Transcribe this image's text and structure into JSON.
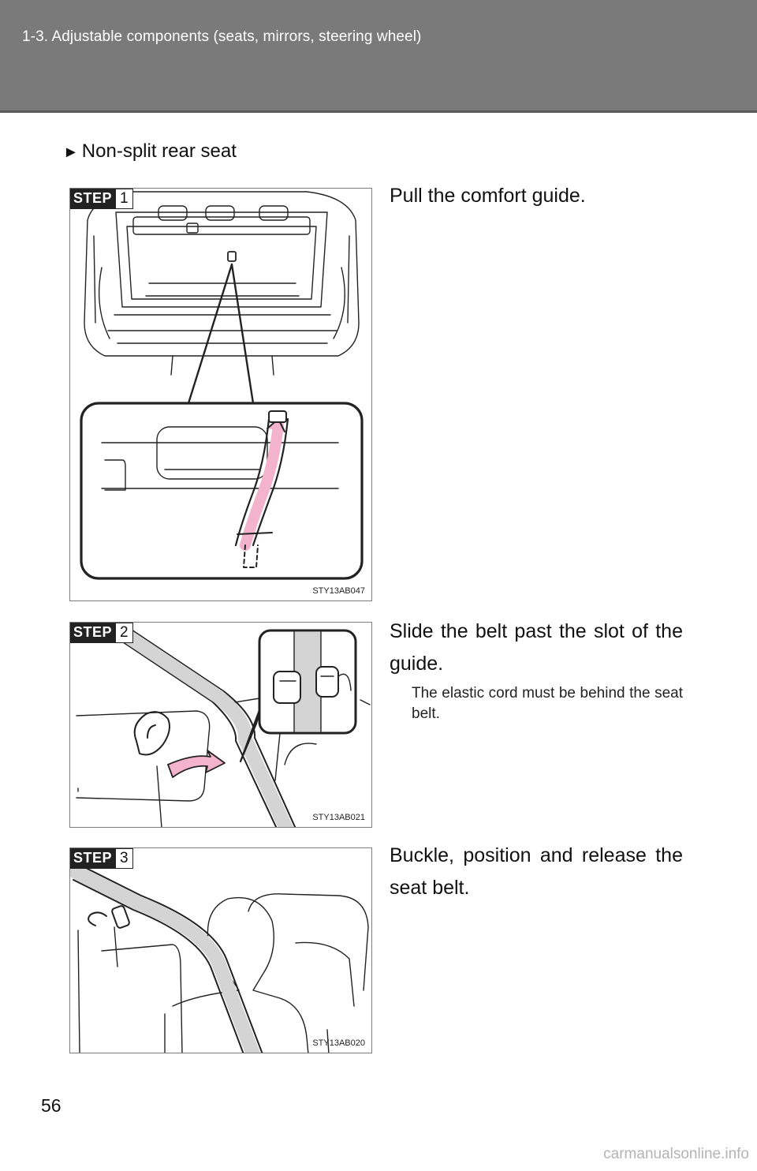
{
  "header": {
    "title": "1-3. Adjustable components (seats, mirrors, steering wheel)"
  },
  "section": {
    "marker": "►",
    "title": "Non-split rear seat"
  },
  "steps": [
    {
      "label": "STEP",
      "number": "1",
      "text": "Pull the comfort guide.",
      "figure_code": "STY13AB047"
    },
    {
      "label": "STEP",
      "number": "2",
      "text": "Slide the belt past the slot of the guide.",
      "note": "The elastic cord must be behind the seat belt.",
      "figure_code": "STY13AB021"
    },
    {
      "label": "STEP",
      "number": "3",
      "text": "Buckle, position and release the seat belt.",
      "figure_code": "STY13AB020"
    }
  ],
  "page_number": "56",
  "watermark": "carmanualsonline.info",
  "colors": {
    "header_bg": "#7a7a7a",
    "arrow_pink": "#f4b3cc",
    "belt_gray": "#d4d4d4"
  }
}
